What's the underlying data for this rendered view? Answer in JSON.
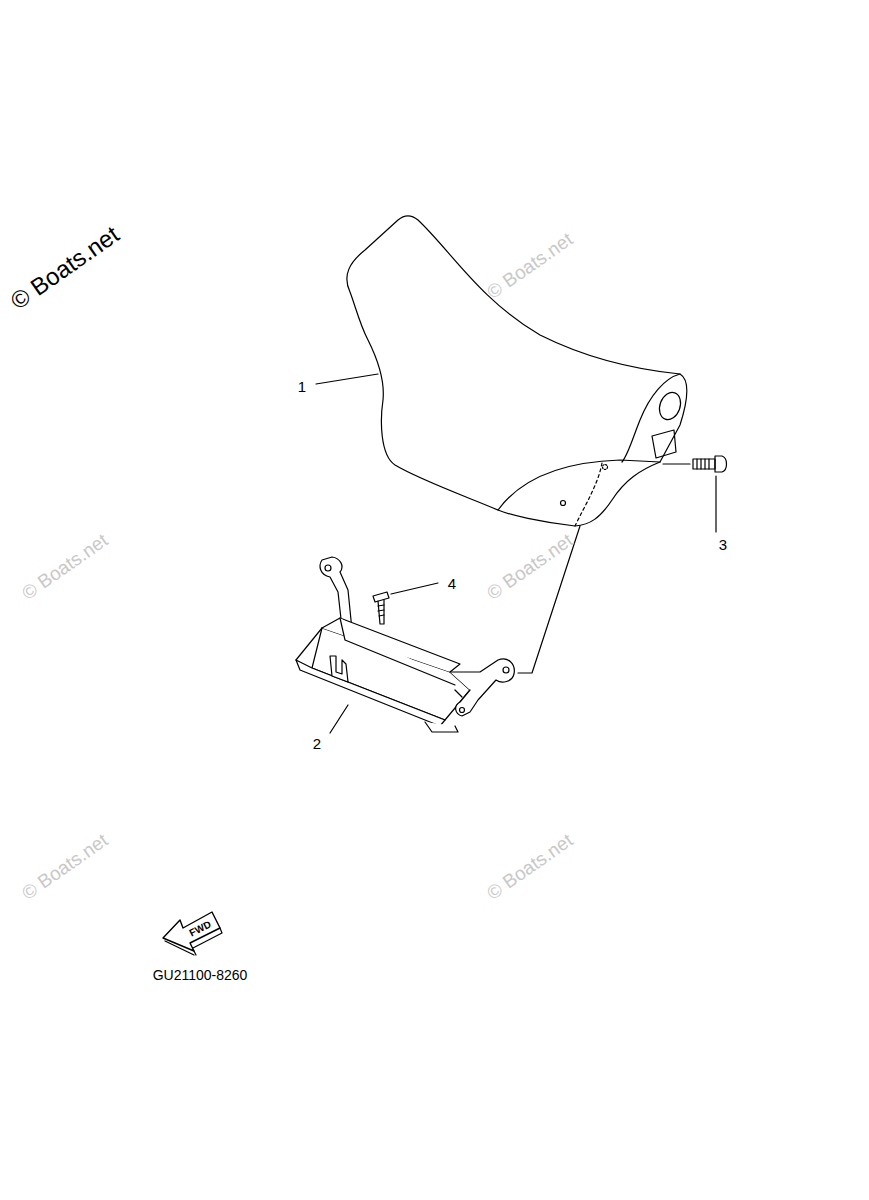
{
  "diagram": {
    "labels": [
      "© Boats.net",
      "© Boats.net",
      "1",
      "3",
      "© Boats.net",
      "4",
      "© Boats.net",
      "2",
      "© Boats.net",
      "© Boats.net",
      "FWD",
      "GU21100-8260"
    ]
  }
}
